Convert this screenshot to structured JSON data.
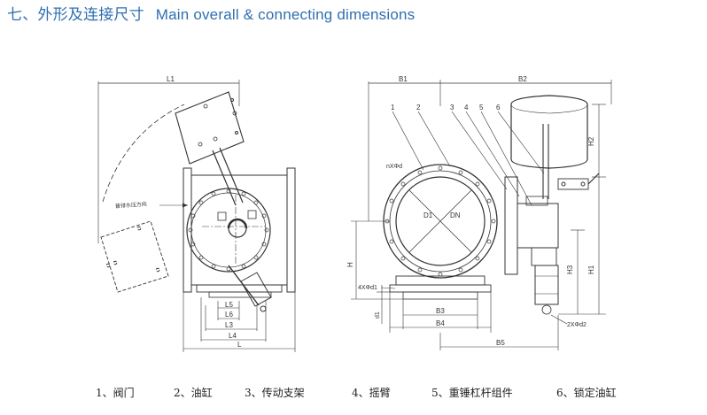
{
  "title": {
    "cn": "七、外形及连接尺寸",
    "en": "Main overall & connecting dimensions"
  },
  "left_view": {
    "dims": {
      "L1": "L1",
      "L": "L",
      "L3": "L3",
      "L4": "L4",
      "L5": "L5",
      "L6": "L6"
    },
    "direction_note": "普排水压方向"
  },
  "right_view": {
    "dims": {
      "B1": "B1",
      "B2": "B2",
      "B3": "B3",
      "B4": "B4",
      "B5": "B5",
      "H": "H",
      "H1": "H1",
      "H2": "H2",
      "H3": "H3",
      "D1": "D1",
      "DN": "DN",
      "d1": "d1",
      "nxd": "nXΦd",
      "holes4": "4XΦd1",
      "holes2": "2XΦd2"
    },
    "callouts": [
      "1",
      "2",
      "3",
      "4",
      "5",
      "6"
    ]
  },
  "legend": [
    {
      "label": "1、阀门"
    },
    {
      "label": "2、油缸"
    },
    {
      "label": "3、传动支架"
    },
    {
      "label": "4、摇臂"
    },
    {
      "label": "5、重锤杠杆组件"
    },
    {
      "label": "6、锁定油缸"
    }
  ]
}
